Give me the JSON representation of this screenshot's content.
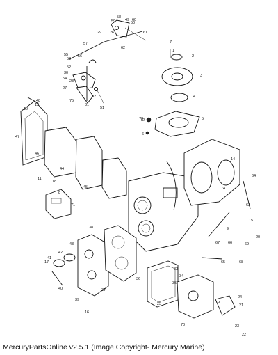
{
  "caption": "MercuryPartsOnline v2.5.1 (Image Copyright- Mercury Marine)",
  "callouts": [
    "1",
    "2",
    "3",
    "4",
    "5",
    "6",
    "7",
    "8",
    "9",
    "11",
    "12",
    "13",
    "14",
    "15",
    "16",
    "17",
    "18",
    "19",
    "20",
    "21",
    "22",
    "23",
    "24",
    "25",
    "26",
    "27",
    "28",
    "29",
    "30",
    "31",
    "32",
    "33",
    "34",
    "35",
    "36",
    "37",
    "38",
    "39",
    "40",
    "41",
    "42",
    "43",
    "44",
    "45",
    "46",
    "47",
    "48",
    "49",
    "50",
    "51",
    "52",
    "53",
    "54",
    "55",
    "56",
    "57",
    "58",
    "59",
    "60",
    "61",
    "62",
    "63",
    "64",
    "65",
    "66",
    "67",
    "68",
    "69",
    "70",
    "71",
    "72",
    "73",
    "74",
    "75"
  ]
}
